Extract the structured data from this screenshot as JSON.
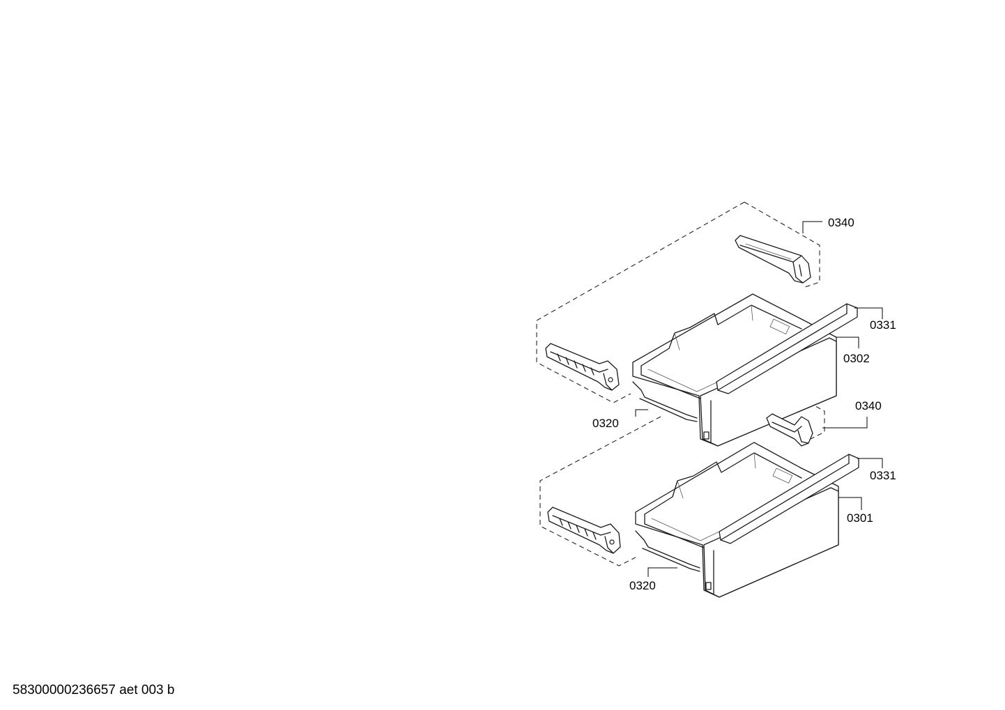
{
  "callouts": {
    "guide_rail_top_right": "0340",
    "cover_strip_upper": "0331",
    "drawer_upper": "0302",
    "guide_rail_middle_right": "0340",
    "slide_upper_left": "0320",
    "cover_strip_lower": "0331",
    "drawer_lower": "0301",
    "slide_lower_left": "0320"
  },
  "footer": {
    "document_code": "58300000236657 aet 003 b"
  }
}
